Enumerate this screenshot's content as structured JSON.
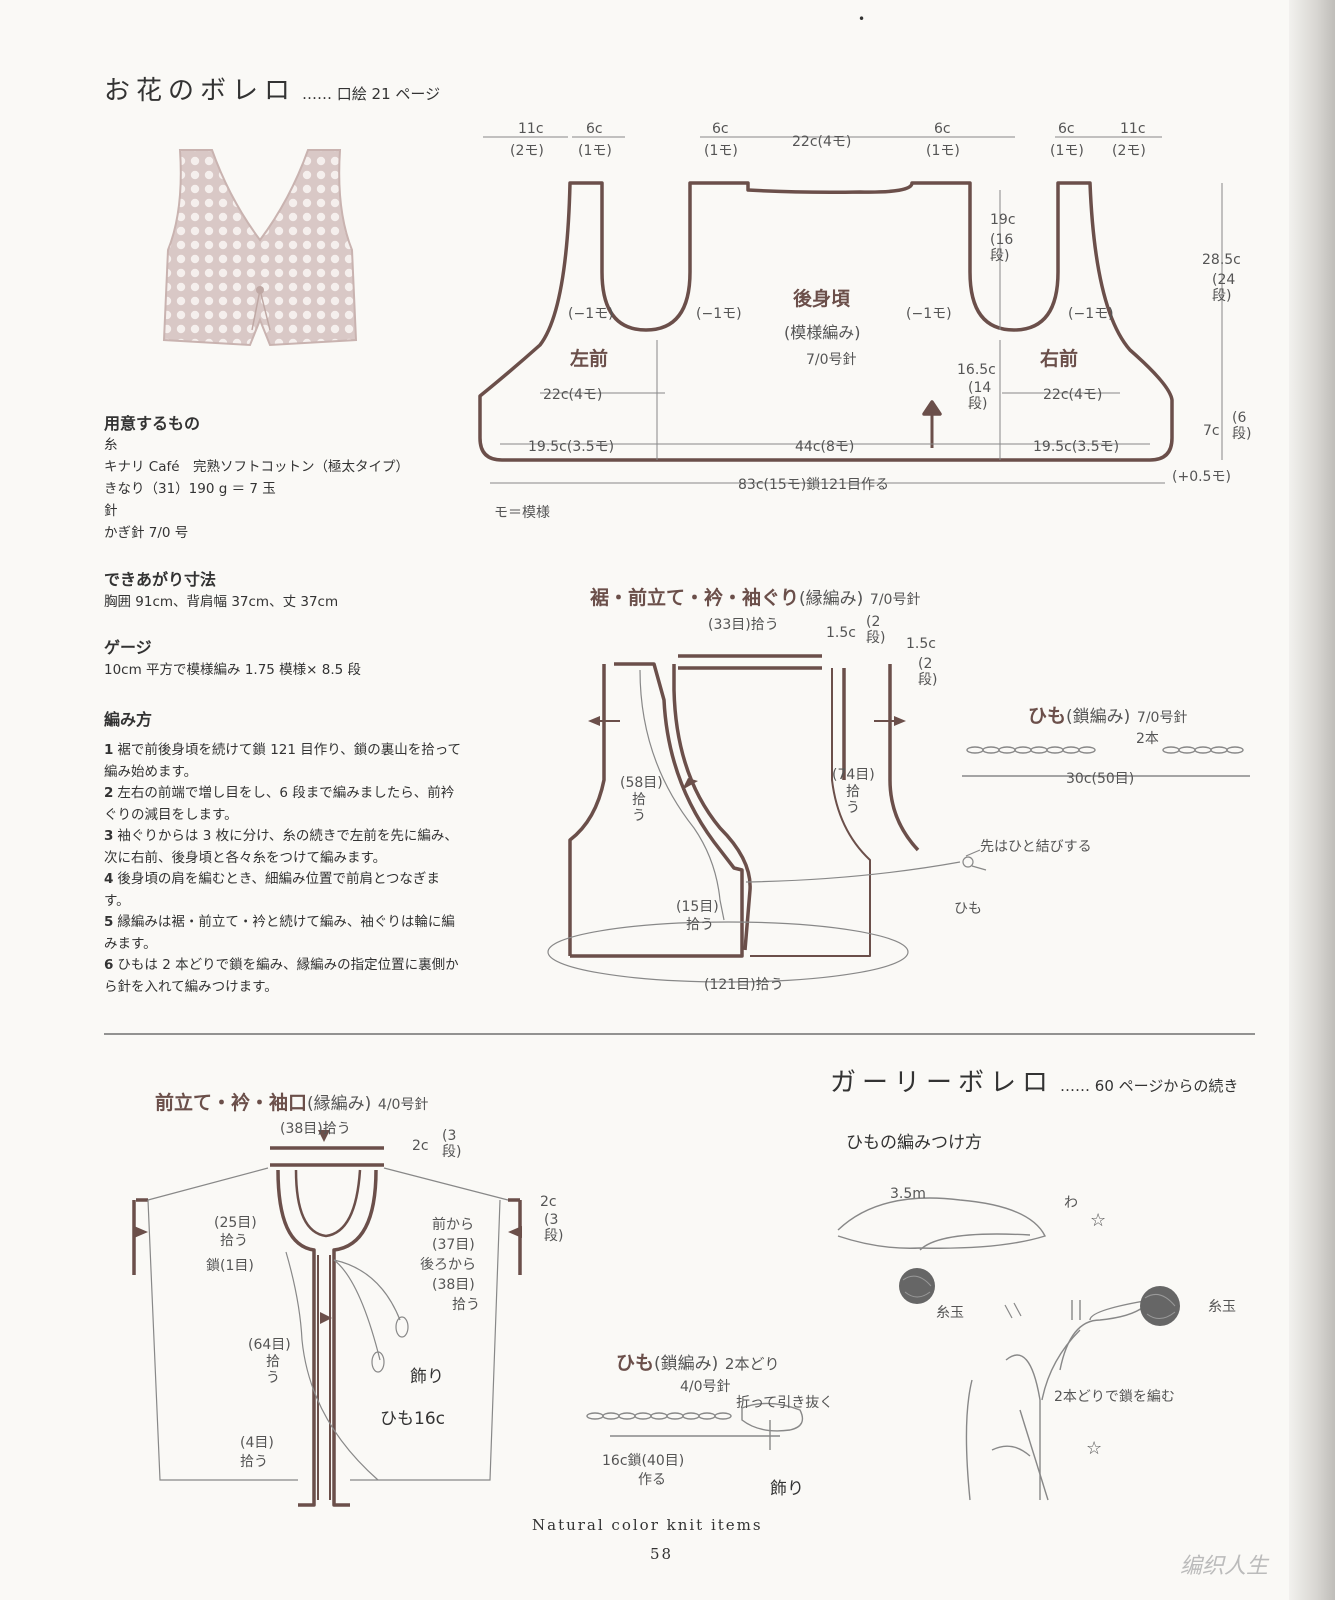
{
  "top_dot": "•",
  "section1": {
    "title": "お花のボレロ",
    "ref": "…… 口絵 21 ページ",
    "materials_h": "用意するもの",
    "materials": [
      "糸",
      "キナリ Café　完熟ソフトコットン（極太タイプ）",
      "きなり（31）190 g ＝ 7 玉",
      "針",
      "かぎ針 7/0 号"
    ],
    "size_h": "できあがり寸法",
    "size": "胸囲 91cm、背肩幅 37cm、丈 37cm",
    "gauge_h": "ゲージ",
    "gauge": "10cm 平方で模様編み 1.75 模様× 8.5 段",
    "method_h": "編み方",
    "steps": [
      {
        "n": "1",
        "t": "裾で前後身頃を続けて鎖 121 目作り、鎖の裏山を拾って編み始めます。"
      },
      {
        "n": "2",
        "t": "左右の前端で増し目をし、6 段まで編みましたら、前衿ぐりの減目をします。"
      },
      {
        "n": "3",
        "t": "袖ぐりからは 3 枚に分け、糸の続きで左前を先に編み、次に右前、後身頃と各々糸をつけて編みます。"
      },
      {
        "n": "4",
        "t": "後身頃の肩を編むとき、細編み位置で前肩とつなぎます。"
      },
      {
        "n": "5",
        "t": "縁編みは裾・前立て・衿と続けて編み、袖ぐりは輪に編みます。"
      },
      {
        "n": "6",
        "t": "ひもは 2 本どりで鎖を編み、縁編みの指定位置に裏側から針を入れて編みつけます。"
      }
    ]
  },
  "schematic1": {
    "top_left": {
      "a": "11c",
      "a2": "(2モ)",
      "b": "6c",
      "b2": "(1モ)"
    },
    "top_mid": {
      "a": "6c",
      "a2": "(1モ)",
      "b": "22c(4モ)",
      "c": "6c",
      "c2": "(1モ)"
    },
    "top_right": {
      "a": "6c",
      "a2": "(1モ)",
      "b": "11c",
      "b2": "(2モ)"
    },
    "dec": "(−1モ)",
    "back": "後身頃",
    "back_sub": "(模様編み)",
    "needle": "7/0号針",
    "left_front": "左前",
    "right_front": "右前",
    "w22": "22c(4モ)",
    "w195": "19.5c(3.5モ)",
    "w44": "44c(8モ)",
    "w83": "83c(15モ)鎖121目作る",
    "h19": "19c",
    "h19r": "(16段)",
    "h165": "16.5c",
    "h165r": "(14段)",
    "h285": "28.5c",
    "h285r": "(24段)",
    "h7": "7c",
    "h7r": "(6段)",
    "inc": "(+0.5モ)",
    "legend": "モ＝模様"
  },
  "schematic2": {
    "title": "裾・前立て・衿・袖ぐり",
    "title_sub": "(縁編み)",
    "needle": "7/0号針",
    "s33": "(33目)拾う",
    "s15a": "1.5c",
    "s2a": "(2段)",
    "s15b": "1.5c",
    "s2b": "(2段)",
    "s58": "(58目)",
    "s58b": "拾う",
    "s74": "(74目)",
    "s74b": "拾う",
    "s15m": "(15目)",
    "s15mb": "拾う",
    "s121": "(121目)拾う",
    "knot": "先はひと結びする",
    "himo": "ひも"
  },
  "cord1": {
    "title": "ひも",
    "sub": "(鎖編み)",
    "needle": "7/0号針",
    "count": "2本",
    "len": "30c(50目)"
  },
  "section2": {
    "title": "ガーリーボレロ",
    "ref": "…… 60 ページからの続き",
    "diagram_title": "ひもの編みつけ方",
    "len": "3.5m",
    "wa": "わ",
    "star": "☆",
    "ball": "糸玉",
    "twostrand": "2本どりで鎖を編む"
  },
  "schematic3": {
    "title": "前立て・衿・袖口",
    "title_sub": "(縁編み)",
    "needle": "4/0号針",
    "s38": "(38目)拾う",
    "s2c": "2c",
    "s3": "(3段)",
    "s2c_r": "2c",
    "s3_r": "(3段)",
    "s25": "(25目)",
    "s25b": "拾う",
    "chain1": "鎖(1目)",
    "front37a": "前から",
    "front37b": "(37目)",
    "back38a": "後ろから",
    "back38b": "(38目)",
    "back38c": "拾う",
    "s64": "(64目)",
    "s64b": "拾う",
    "deco": "飾り",
    "himo16": "ひも16c",
    "s4": "(4目)",
    "s4b": "拾う"
  },
  "cord2": {
    "title": "ひも",
    "sub": "(鎖編み)",
    "strands": "2本どり",
    "needle": "4/0号針",
    "fold": "折って引き抜く",
    "len": "16c鎖(40目)",
    "make": "作る",
    "deco": "飾り"
  },
  "footer": {
    "series": "Natural color knit items",
    "page": "58"
  },
  "watermark": "编织人生"
}
